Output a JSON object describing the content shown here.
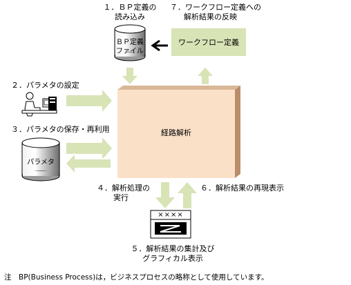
{
  "steps": {
    "step1_line1": "１．ＢＰ定義の",
    "step1_line2": "読み込み",
    "step7_line1": "７．ワークフロー定義への",
    "step7_line2": "解析結果の反映",
    "step2": "２．パラメタの設定",
    "step3": "３．パラメタの保存・再利用",
    "step4_line1": "４．解析処理の",
    "step4_line2": "実行",
    "step6": "６．解析結果の再現表示",
    "step5_line1": "５．解析結果の集計及び",
    "step5_line2": "グラフィカル表示"
  },
  "nodes": {
    "bp_file_line1": "ＢＰ定義",
    "bp_file_line2": "ファイル",
    "workflow_def": "ワークフロー定義",
    "route_analysis": "経路解析",
    "param_db": "パラメタ",
    "report_marks": "××××"
  },
  "note": "注　BP(Business Process)は，ビジネスプロセスの略称として使用しています。",
  "colors": {
    "arrow_fill": "#d8e3b6",
    "box_fill": "#fbe0c8",
    "box_side": "#b88f6a",
    "workflow_fill": "#d8e3b6",
    "cylinder_light": "#ffffff",
    "cylinder_dark": "#808080"
  }
}
